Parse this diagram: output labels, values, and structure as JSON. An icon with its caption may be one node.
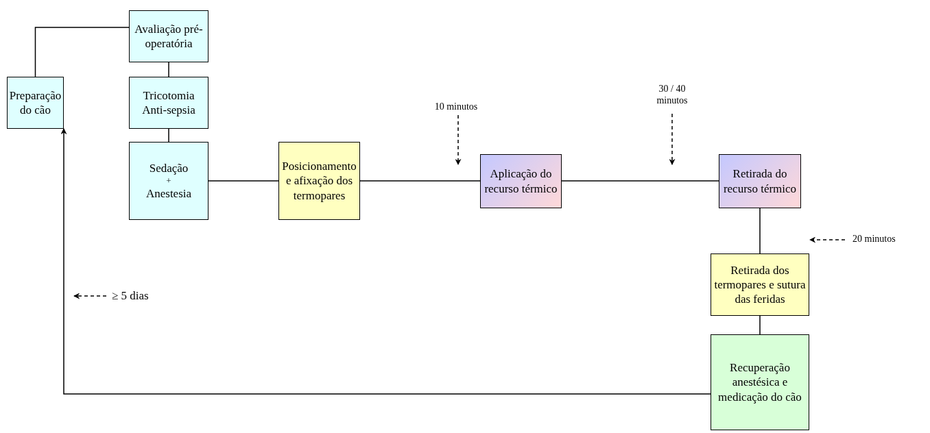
{
  "diagram": {
    "nodes": [
      {
        "text": [
          "Preparação do cão"
        ]
      },
      {
        "text": [
          "Avaliação pré-operatória"
        ]
      },
      {
        "text": [
          "Tricotomia Anti-sepsia"
        ]
      },
      {
        "text": [
          "Sedação",
          "+",
          "Anestesia"
        ]
      },
      {
        "text": [
          "Posicionamento e afixação dos termopares"
        ]
      },
      {
        "text": [
          "Aplicação do recurso térmico"
        ]
      },
      {
        "text": [
          "Retirada do recurso térmico"
        ]
      },
      {
        "text": [
          "Retirada dos termopares e sutura das feridas"
        ]
      },
      {
        "text": [
          "Recuperação anestésica e medicação do cão"
        ]
      }
    ],
    "edges": [
      {
        "from": 0,
        "to": 1,
        "arrow": "none"
      },
      {
        "from": 1,
        "to": 2,
        "arrow": "none"
      },
      {
        "from": 2,
        "to": 3,
        "arrow": "none"
      },
      {
        "from": 3,
        "to": 4,
        "arrow": "none"
      },
      {
        "from": 4,
        "to": 5,
        "arrow": "none"
      },
      {
        "from": 5,
        "to": 6,
        "arrow": "none"
      },
      {
        "from": 6,
        "to": 7,
        "arrow": "none"
      },
      {
        "from": 7,
        "to": 8,
        "arrow": "none"
      },
      {
        "from": 8,
        "to": 0,
        "arrow": "to"
      }
    ],
    "labels": [
      "30 / 40 minutos",
      "10 minutos",
      "20 minutos",
      "≥ 5 dias"
    ]
  }
}
